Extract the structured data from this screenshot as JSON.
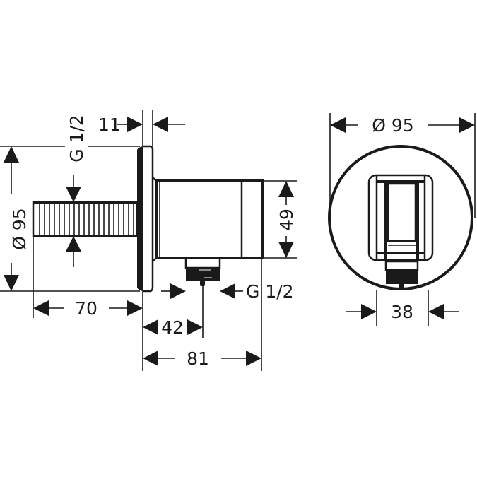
{
  "drawing": {
    "type": "technical-dimension-drawing",
    "subject": "wall outlet with hose holder",
    "line_color": "#1a1a1a",
    "background": "#ffffff"
  },
  "side_view": {
    "dim_rosette_diameter": "Ø 95",
    "dim_thread_inlet": "G 1/2",
    "dim_rosette_depth": "11",
    "dim_body_height": "49",
    "dim_thread_outlet": "G 1/2",
    "dim_inlet_length": "70",
    "dim_outlet_offset": "42",
    "dim_total_depth": "81"
  },
  "front_view": {
    "dim_rosette_diameter": "Ø 95",
    "dim_outlet_width": "38"
  }
}
